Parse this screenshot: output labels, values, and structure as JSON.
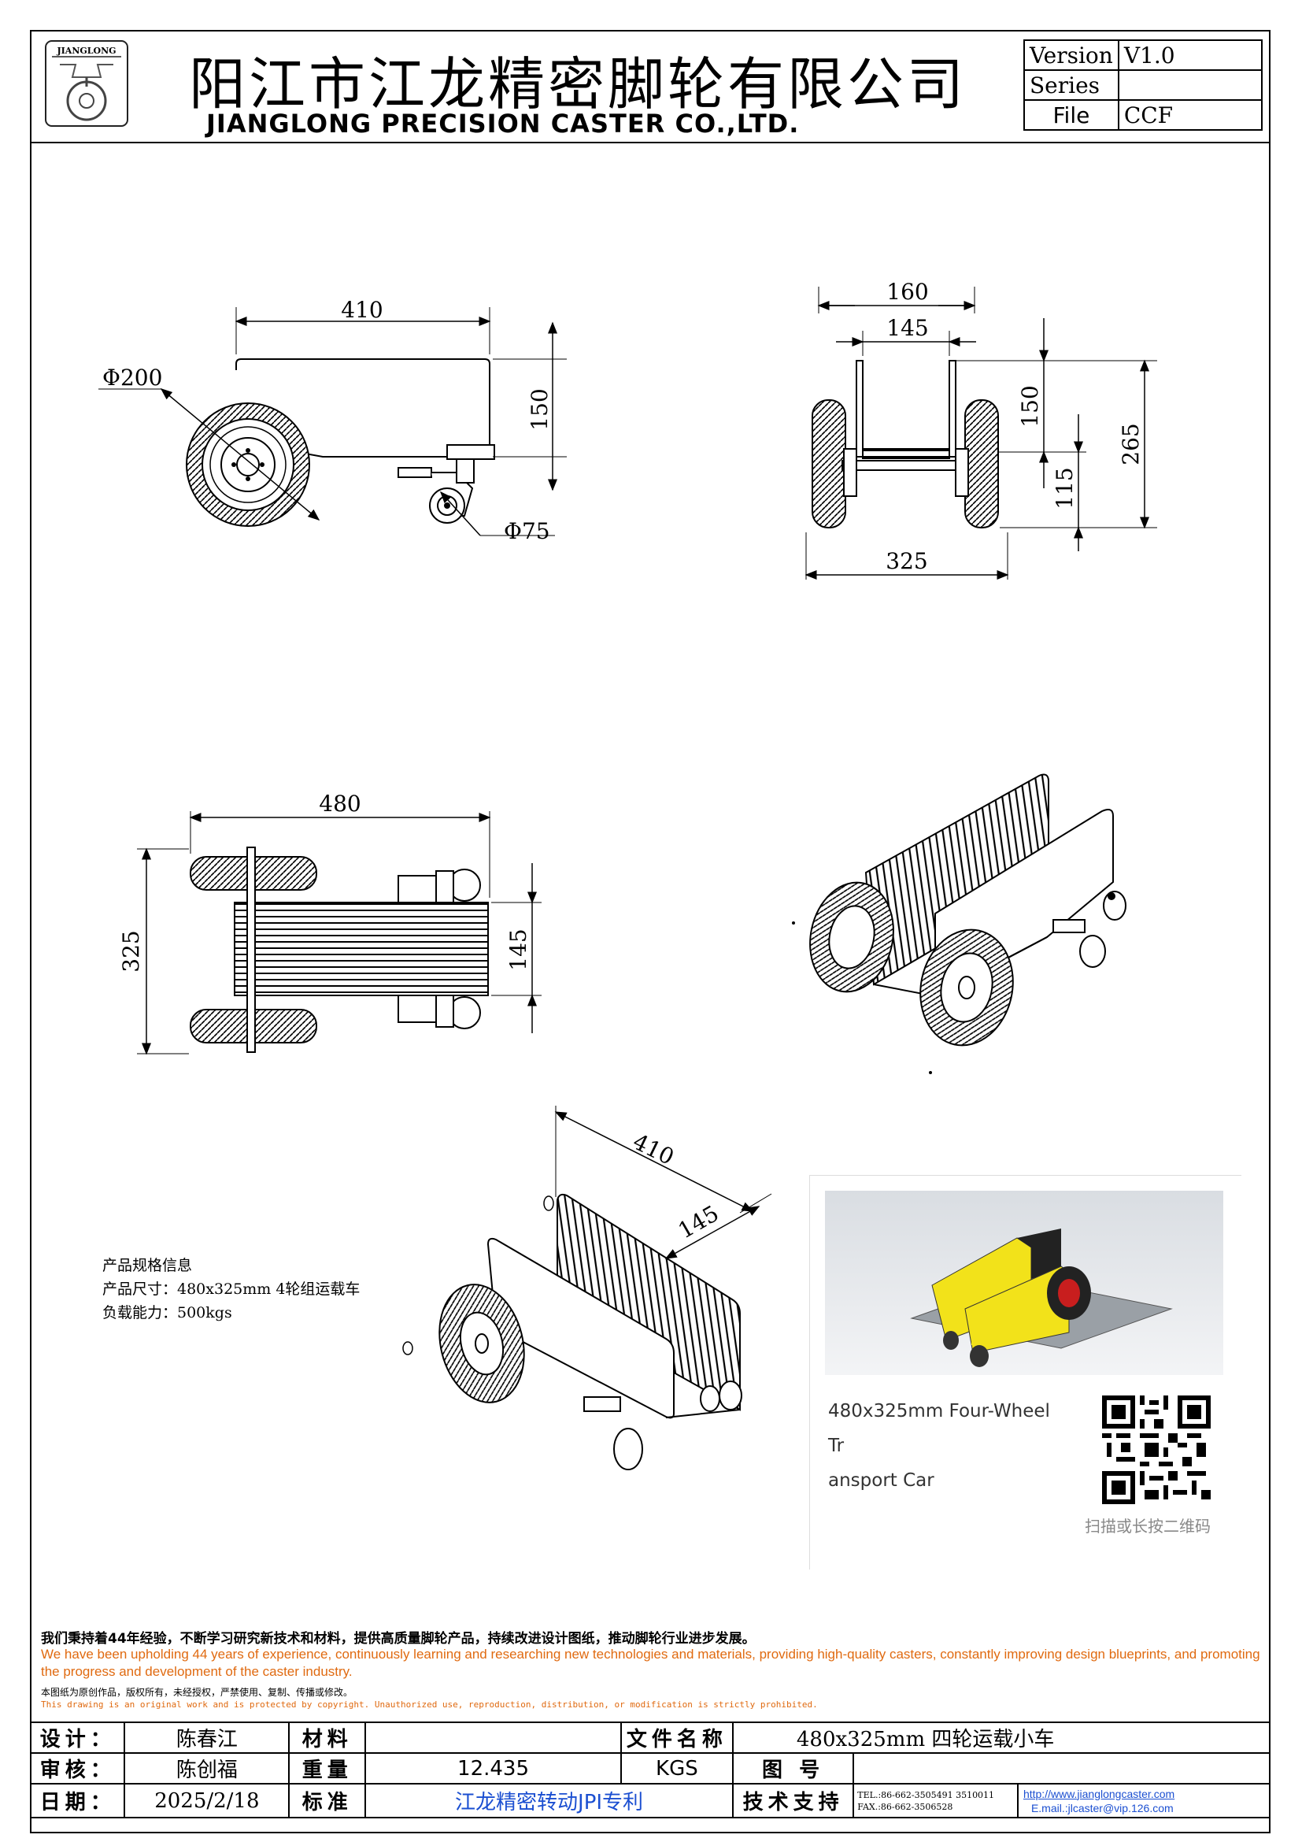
{
  "header": {
    "logo_text": "JIANGLONG",
    "title_cn": "阳江市江龙精密脚轮有限公司",
    "title_en": "JIANGLONG PRECISION CASTER CO.,LTD.",
    "version_label": "Version",
    "version_value": "V1.0",
    "series_label": "Series",
    "series_value": "",
    "file_label": "File",
    "file_value": "CCF"
  },
  "drawing": {
    "side_view": {
      "length": "410",
      "height": "150",
      "big_wheel_dia": "Φ200",
      "small_wheel_dia": "Φ75"
    },
    "front_view": {
      "outer_width": "160",
      "inner_width": "145",
      "wheel_span": "325",
      "height_upper": "150",
      "height_lower": "115",
      "total_height": "265"
    },
    "top_view": {
      "length": "480",
      "width": "325",
      "inner_width": "145"
    },
    "iso_view": {
      "length": "410",
      "inner_width": "145"
    }
  },
  "spec": {
    "title": "产品规格信息",
    "size": "产品尺寸：480x325mm 4轮组运载车",
    "load": "负载能力：500kgs"
  },
  "photo": {
    "caption_line1": "480x325mm Four-Wheel Tr",
    "caption_line2": "ansport Car",
    "qr_hint": "扫描或长按二维码"
  },
  "notice": {
    "cn": "我们秉持着44年经验，不断学习研究新技术和材料，提供高质量脚轮产品，持续改进设计图纸，推动脚轮行业进步发展。",
    "en": "We have been upholding 44 years of experience, continuously learning and researching new technologies and materials, providing high-quality casters, constantly improving design blueprints, and promoting the progress and development of the caster industry.",
    "cn_copyright": "本图纸为原创作品，版权所有，未经授权，严禁使用、复制、传播或修改。",
    "en_copyright": "This drawing is an original work and is protected by copyright. Unauthorized use, reproduction, distribution, or modification is strictly prohibited."
  },
  "title_block": {
    "design_label": "设计：",
    "design_value": "陈春江",
    "material_label": "材料",
    "material_value": "",
    "name_label": "文件名称",
    "name_value": "480x325mm 四轮运载小车",
    "review_label": "审核：",
    "review_value": "陈创福",
    "weight_label": "重量",
    "weight_value": "12.435",
    "weight_unit": "KGS",
    "drawing_no_label": "图 号",
    "drawing_no_value": "",
    "date_label": "日期：",
    "date_value": "2025/2/18",
    "standard_label": "标准",
    "standard_value": "江龙精密转动JPI专利",
    "support_label": "技术支持",
    "tel": "TEL.:86-662-3505491 3510011",
    "fax": "FAX.:86-662-3506528",
    "web": "http://www.jianglongcaster.com",
    "email": "E.mail.:jlcaster@vip.126.com"
  },
  "colors": {
    "accent_orange": "#e06a10",
    "link_blue": "#1b4fd1",
    "panel_yellow": "#f2e21a",
    "wheel_red": "#c81e1e"
  }
}
